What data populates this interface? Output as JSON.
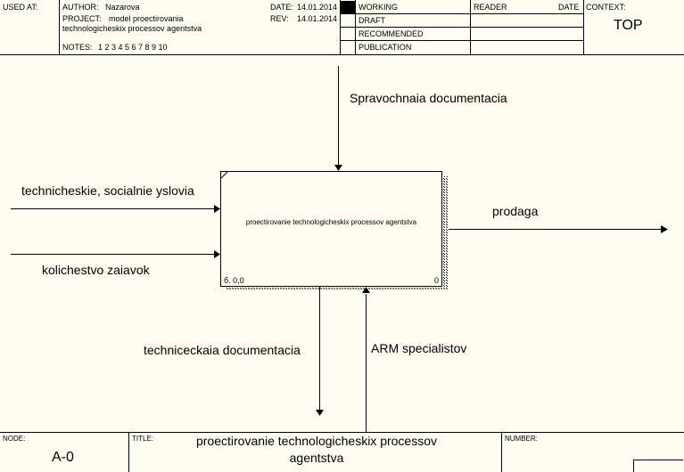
{
  "header": {
    "used_at_label": "USED AT:",
    "author_label": "AUTHOR:",
    "author_value": "Nazarova",
    "project_label": "PROJECT:",
    "project_value_line1": "model proectirovania",
    "project_value_line2": "technologicheskix processov agentstva",
    "notes_label": "NOTES:",
    "notes_numbers": "1  2  3  4  5  6  7  8  9  10",
    "date_label": "DATE:",
    "date_value": "14.01.2014",
    "rev_label": "REV:",
    "rev_value": "14.01.2014",
    "status_items": [
      "WORKING",
      "DRAFT",
      "RECOMMENDED",
      "PUBLICATION"
    ],
    "reader_label": "READER",
    "reader_date_label": "DATE",
    "context_label": "CONTEXT:",
    "context_value": "TOP"
  },
  "diagram": {
    "box": {
      "title": "proectirovanie technologicheskix processov agentstva",
      "cost": "б. 0,0",
      "number": "0"
    },
    "arrows": {
      "control": "Spravochnaia documentacia",
      "input_1": "technicheskie, socialnie yslovia",
      "input_2": "kolichestvo zaiavok",
      "output_1": "prodaga",
      "output_2": "techniceckaia documentacia",
      "mechanism": "ARM specialistov"
    }
  },
  "footer": {
    "node_label": "NODE:",
    "node_value": "A-0",
    "title_label": "TITLE:",
    "title_value_line1": "proectirovanie technologicheskix processov",
    "title_value_line2": "agentstva",
    "number_label": "NUMBER:"
  }
}
